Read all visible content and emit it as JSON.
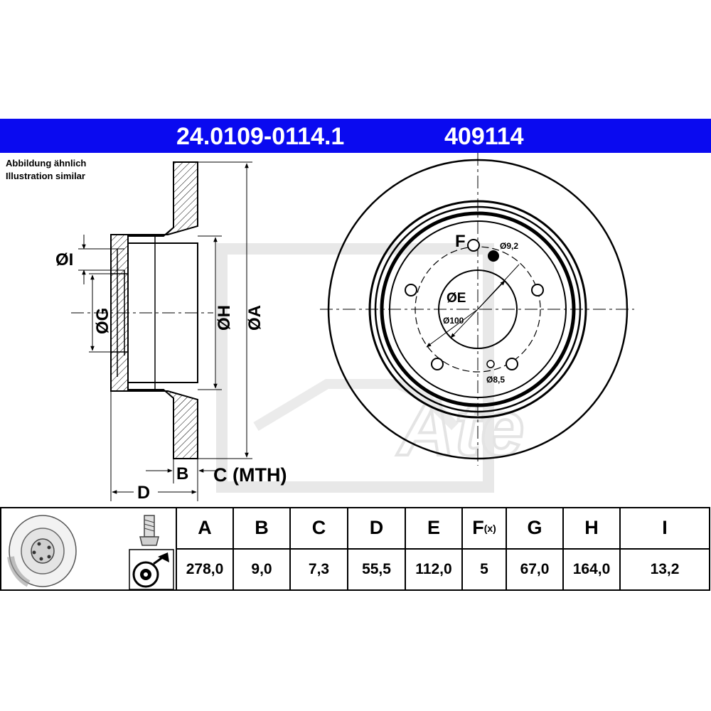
{
  "header": {
    "part_number": "24.0109-0114.1",
    "ref_number": "409114",
    "bar_color": "#0a0af0"
  },
  "notes": {
    "line1": "Abbildung ähnlich",
    "line2": "Illustration similar"
  },
  "drawing": {
    "side_labels": {
      "I": "ØI",
      "G": "ØG",
      "H": "ØH",
      "A": "ØA",
      "B": "B",
      "C": "C (MTH)",
      "D": "D"
    },
    "front_labels": {
      "F": "F",
      "E": "ØE",
      "hole_large": "Ø9,2",
      "pcd": "Ø100",
      "hole_small": "Ø8,5"
    },
    "watermark_logo": "Ate"
  },
  "table": {
    "headers": [
      "A",
      "B",
      "C",
      "D",
      "E",
      "F",
      "G",
      "H",
      "I"
    ],
    "f_suffix": "(x)",
    "values": [
      "278,0",
      "9,0",
      "7,3",
      "55,5",
      "112,0",
      "5",
      "67,0",
      "164,0",
      "13,2"
    ],
    "icons": [
      "brake-disc-icon",
      "bolt-icon",
      "fastening-icon"
    ]
  }
}
